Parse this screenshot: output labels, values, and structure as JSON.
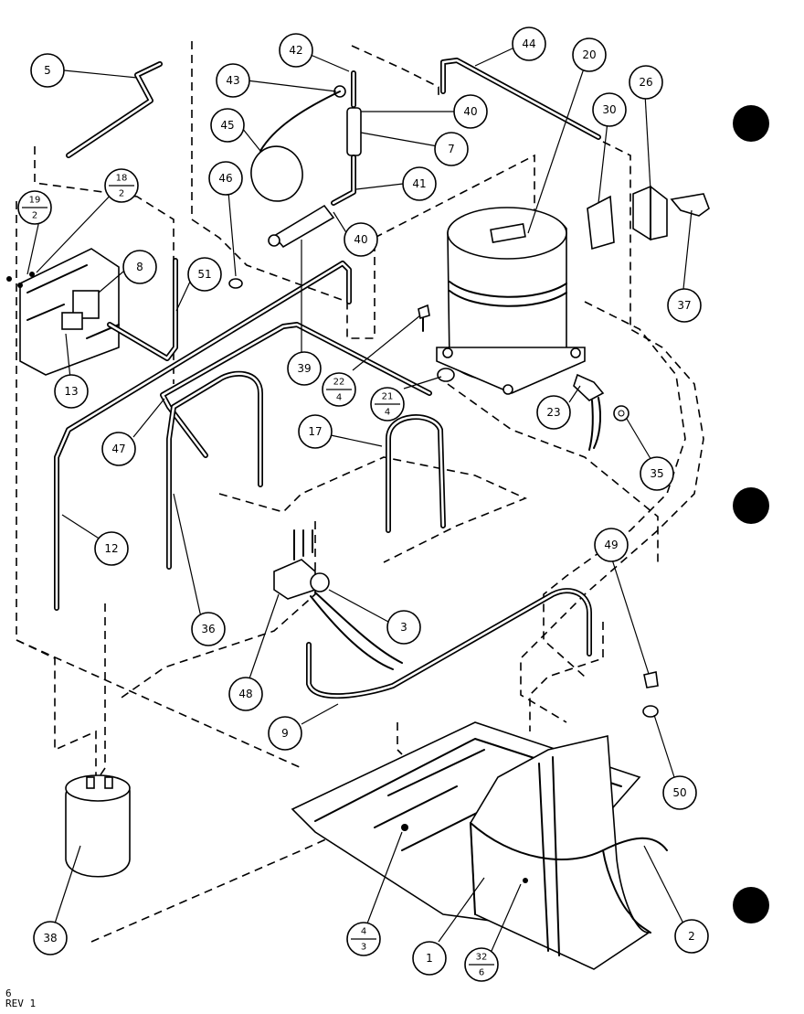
{
  "diagram": {
    "callouts": [
      {
        "id": "5",
        "label": "5"
      },
      {
        "id": "19-2",
        "num": "19",
        "den": "2"
      },
      {
        "id": "18-2",
        "num": "18",
        "den": "2"
      },
      {
        "id": "8",
        "label": "8"
      },
      {
        "id": "51",
        "label": "51"
      },
      {
        "id": "13",
        "label": "13"
      },
      {
        "id": "42",
        "label": "42"
      },
      {
        "id": "43",
        "label": "43"
      },
      {
        "id": "45",
        "label": "45"
      },
      {
        "id": "46",
        "label": "46"
      },
      {
        "id": "40a",
        "label": "40"
      },
      {
        "id": "7",
        "label": "7"
      },
      {
        "id": "41",
        "label": "41"
      },
      {
        "id": "40b",
        "label": "40"
      },
      {
        "id": "39",
        "label": "39"
      },
      {
        "id": "44",
        "label": "44"
      },
      {
        "id": "20",
        "label": "20"
      },
      {
        "id": "30",
        "label": "30"
      },
      {
        "id": "26",
        "label": "26"
      },
      {
        "id": "37",
        "label": "37"
      },
      {
        "id": "22-4",
        "num": "22",
        "den": "4"
      },
      {
        "id": "21-4",
        "num": "21",
        "den": "4"
      },
      {
        "id": "23",
        "label": "23"
      },
      {
        "id": "35",
        "label": "35"
      },
      {
        "id": "47",
        "label": "47"
      },
      {
        "id": "17",
        "label": "17"
      },
      {
        "id": "12",
        "label": "12"
      },
      {
        "id": "36",
        "label": "36"
      },
      {
        "id": "3",
        "label": "3"
      },
      {
        "id": "48",
        "label": "48"
      },
      {
        "id": "9",
        "label": "9"
      },
      {
        "id": "49",
        "label": "49"
      },
      {
        "id": "50",
        "label": "50"
      },
      {
        "id": "38",
        "label": "38"
      },
      {
        "id": "4-3",
        "num": "4",
        "den": "3"
      },
      {
        "id": "1",
        "label": "1"
      },
      {
        "id": "32-6",
        "num": "32",
        "den": "6"
      },
      {
        "id": "2",
        "label": "2"
      }
    ],
    "footer": {
      "line1": "6",
      "line2": "REV 1"
    }
  }
}
